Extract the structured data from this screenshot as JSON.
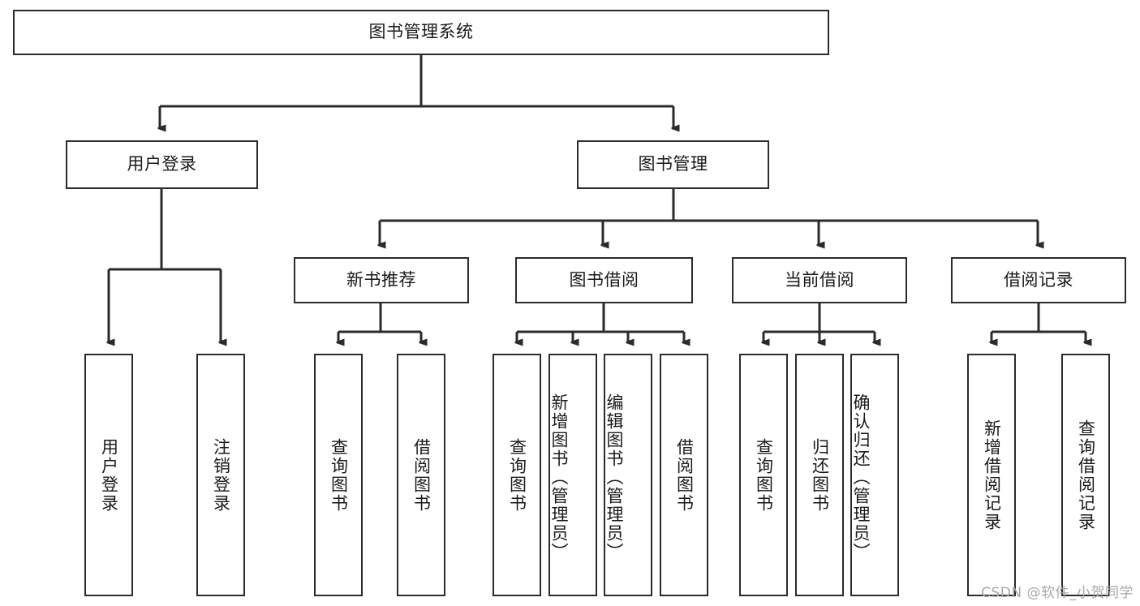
{
  "diagram": {
    "type": "tree-hierarchy",
    "title": "图书管理系统",
    "orientation": "top-down",
    "colors": {
      "box_border": "#2b2b2b",
      "box_fill": "#ffffff",
      "edge": "#2b2b2b",
      "text": "#1a1a1a",
      "watermark": "#a8a8a8",
      "background": "#ffffff"
    },
    "root": {
      "id": "root",
      "label": "图书管理系统"
    },
    "level2": [
      {
        "id": "user-login",
        "label": "用户登录"
      },
      {
        "id": "book-manage",
        "label": "图书管理"
      }
    ],
    "level3": [
      {
        "id": "new-book-rec",
        "label": "新书推荐",
        "parent": "book-manage"
      },
      {
        "id": "book-borrow",
        "label": "图书借阅",
        "parent": "book-manage"
      },
      {
        "id": "current-borrow",
        "label": "当前借阅",
        "parent": "book-manage"
      },
      {
        "id": "borrow-record",
        "label": "借阅记录",
        "parent": "book-manage"
      }
    ],
    "leaves": [
      {
        "id": "leaf-user-login",
        "label": "用户登录",
        "parent": "user-login"
      },
      {
        "id": "leaf-user-logout",
        "label": "注销登录",
        "parent": "user-login"
      },
      {
        "id": "leaf-query-book-1",
        "label": "查询图书",
        "parent": "new-book-rec"
      },
      {
        "id": "leaf-borrow-book-1",
        "label": "借阅图书",
        "parent": "new-book-rec"
      },
      {
        "id": "leaf-query-book-2",
        "label": "查询图书",
        "parent": "book-borrow"
      },
      {
        "id": "leaf-add-book",
        "label": "新增图书（管理员）",
        "parent": "book-borrow"
      },
      {
        "id": "leaf-edit-book",
        "label": "编辑图书（管理员）",
        "parent": "book-borrow"
      },
      {
        "id": "leaf-borrow-book-2",
        "label": "借阅图书",
        "parent": "book-borrow"
      },
      {
        "id": "leaf-query-book-3",
        "label": "查询图书",
        "parent": "current-borrow"
      },
      {
        "id": "leaf-return-book",
        "label": "归还图书",
        "parent": "current-borrow"
      },
      {
        "id": "leaf-confirm-return",
        "label": "确认归还（管理员）",
        "parent": "current-borrow"
      },
      {
        "id": "leaf-add-record",
        "label": "新增借阅记录",
        "parent": "borrow-record"
      },
      {
        "id": "leaf-query-record",
        "label": "查询借阅记录",
        "parent": "borrow-record"
      }
    ]
  },
  "watermark": {
    "text": "CSDN @软件_小贺同学"
  }
}
